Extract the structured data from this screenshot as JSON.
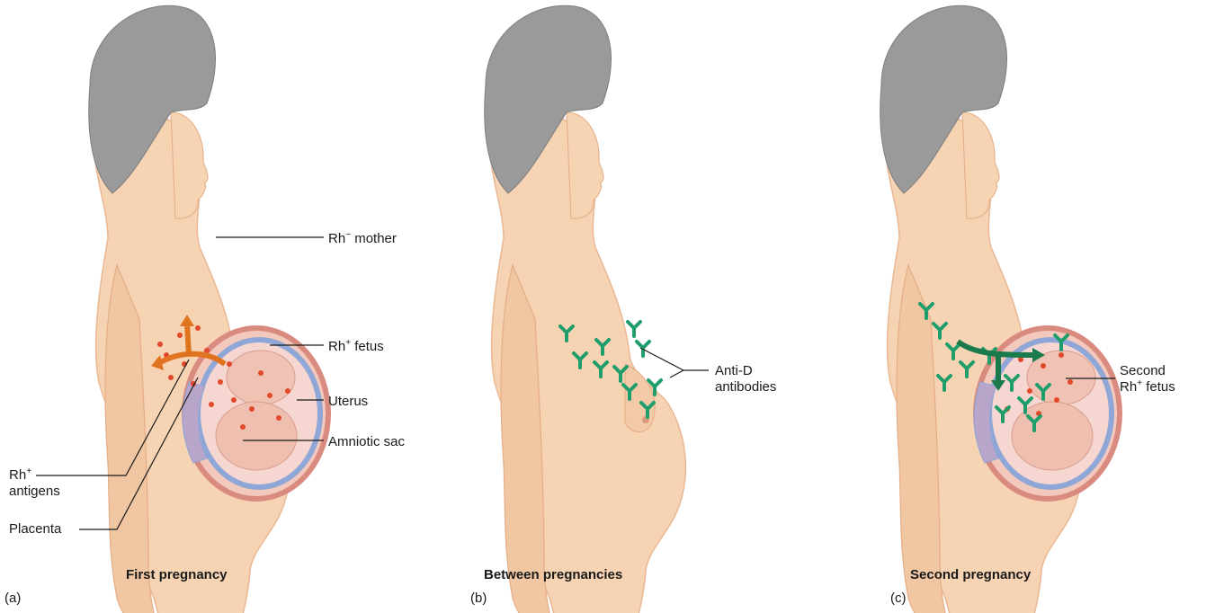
{
  "panels": [
    {
      "tag": "(a)",
      "caption": "First pregnancy",
      "labels": {
        "mother": {
          "base": "Rh",
          "sup": "−",
          "rest": " mother"
        },
        "fetus": {
          "base": "Rh",
          "sup": "+",
          "rest": " fetus"
        },
        "uterus": "Uterus",
        "amniotic_sac": "Amniotic sac",
        "antigens_line1": {
          "base": "Rh",
          "sup": "+"
        },
        "antigens_line2": "antigens",
        "placenta": "Placenta"
      }
    },
    {
      "tag": "(b)",
      "caption": "Between pregnancies",
      "labels": {
        "antibodies_line1": "Anti-D",
        "antibodies_line2": "antibodies"
      }
    },
    {
      "tag": "(c)",
      "caption": "Second pregnancy",
      "labels": {
        "second_line1": "Second",
        "second_line2": {
          "base": "Rh",
          "sup": "+",
          "rest": " fetus"
        }
      }
    }
  ],
  "colors": {
    "skin": "#f6d3b3",
    "skin_shadow": "#e9b894",
    "hair": "#9a9a9a",
    "uterus": "#d98b80",
    "amnion": "#8fa7d6",
    "fetus": "#f0c2b4",
    "antigen_dot": "#e2492c",
    "antibody": "#1f9e6b",
    "arrow_orange": "#e0731f"
  }
}
